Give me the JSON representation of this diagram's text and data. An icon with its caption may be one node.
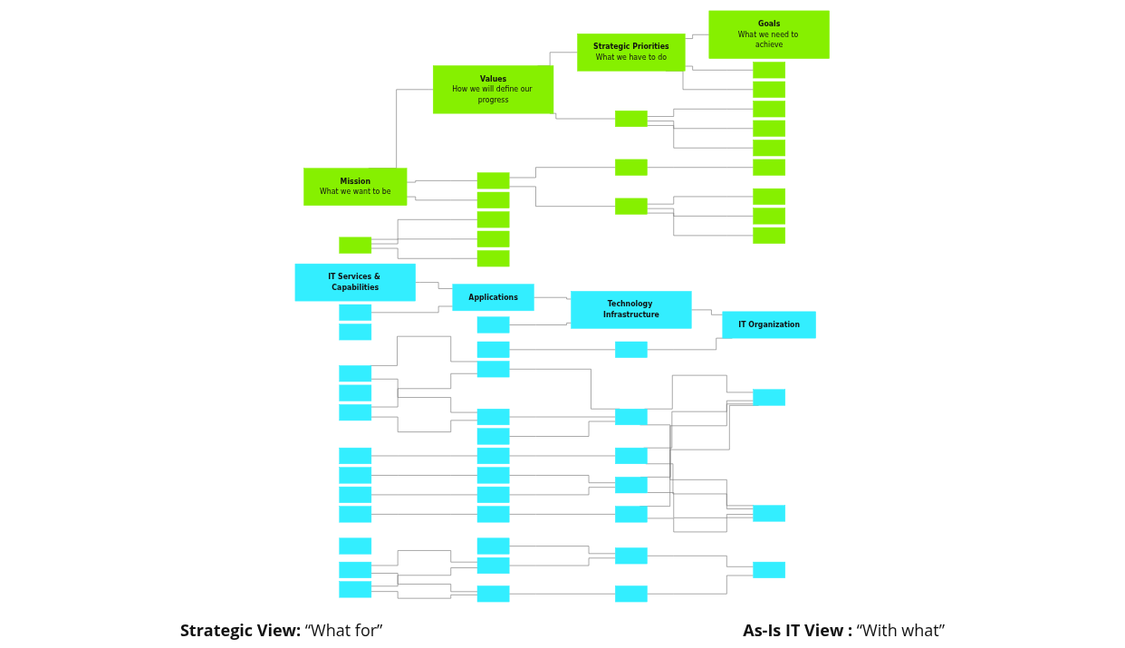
{
  "diagram": {
    "nodes": [
      {
        "text": [
          "Mission",
          "What we want to be"
        ]
      },
      {
        "text": [
          "Values",
          "How we will define our progress"
        ]
      },
      {
        "text": [],
        "shape": "box"
      },
      {
        "text": [],
        "shape": "box"
      },
      {
        "text": [
          "Strategic Priorities",
          "What we have to do"
        ]
      },
      {
        "text": [],
        "shape": "box"
      },
      {
        "text": [],
        "shape": "box"
      },
      {
        "text": [],
        "shape": "box"
      },
      {
        "text": [],
        "shape": "box"
      },
      {
        "text": [
          "Goals",
          "What we need to achieve"
        ]
      },
      {
        "text": [],
        "shape": "box"
      },
      {
        "text": [],
        "shape": "box"
      },
      {
        "text": [],
        "shape": "box"
      },
      {
        "text": [],
        "shape": "box"
      },
      {
        "text": [],
        "shape": "box"
      },
      {
        "text": [],
        "shape": "box"
      },
      {
        "text": [],
        "shape": "box"
      },
      {
        "text": [],
        "shape": "box"
      },
      {
        "text": [],
        "shape": "box"
      },
      {
        "text": [],
        "shape": "box"
      },
      {
        "text": [],
        "shape": "box"
      },
      {
        "text": [],
        "shape": "box"
      },
      {
        "text": [
          "IT Services & Capabilities"
        ]
      },
      {
        "text": [],
        "shape": "box"
      },
      {
        "text": [],
        "shape": "box"
      },
      {
        "text": [],
        "shape": "box"
      },
      {
        "text": [],
        "shape": "box"
      },
      {
        "text": [],
        "shape": "box"
      },
      {
        "text": [],
        "shape": "box"
      },
      {
        "text": [],
        "shape": "box"
      },
      {
        "text": [],
        "shape": "box"
      },
      {
        "text": [],
        "shape": "box"
      },
      {
        "text": [],
        "shape": "box"
      },
      {
        "text": [],
        "shape": "box"
      },
      {
        "text": [],
        "shape": "box"
      },
      {
        "text": [
          "Applications"
        ]
      },
      {
        "text": [],
        "shape": "box"
      },
      {
        "text": [],
        "shape": "box"
      },
      {
        "text": [],
        "shape": "box"
      },
      {
        "text": [],
        "shape": "box"
      },
      {
        "text": [],
        "shape": "box"
      },
      {
        "text": [],
        "shape": "box"
      },
      {
        "text": [],
        "shape": "box"
      },
      {
        "text": [],
        "shape": "box"
      },
      {
        "text": [],
        "shape": "box"
      },
      {
        "text": [],
        "shape": "box"
      },
      {
        "text": [],
        "shape": "box"
      },
      {
        "text": [],
        "shape": "box"
      },
      {
        "text": [
          "Technology Infrastructure"
        ]
      },
      {
        "text": [],
        "shape": "box"
      },
      {
        "text": [],
        "shape": "box"
      },
      {
        "text": [],
        "shape": "box"
      },
      {
        "text": [],
        "shape": "box"
      },
      {
        "text": [],
        "shape": "box"
      },
      {
        "text": [],
        "shape": "box"
      },
      {
        "text": [],
        "shape": "box"
      },
      {
        "text": [
          "IT Organization"
        ]
      },
      {
        "text": [],
        "shape": "box"
      },
      {
        "text": [],
        "shape": "box"
      },
      {
        "text": [],
        "shape": "box"
      }
    ],
    "edges": [
      {
        "from": 0,
        "to": 1,
        "arrow": "none"
      },
      {
        "from": 0,
        "to": 2,
        "arrow": "none"
      },
      {
        "from": 0,
        "to": 3,
        "arrow": "none"
      },
      {
        "from": 1,
        "to": 4,
        "arrow": "none"
      },
      {
        "from": 1,
        "to": 5,
        "arrow": "none"
      },
      {
        "from": 2,
        "to": 6,
        "arrow": "none"
      },
      {
        "from": 2,
        "to": 7,
        "arrow": "none"
      },
      {
        "from": 4,
        "to": 9,
        "arrow": "none"
      },
      {
        "from": 4,
        "to": 10,
        "arrow": "none"
      },
      {
        "from": 4,
        "to": 11,
        "arrow": "none"
      },
      {
        "from": 5,
        "to": 12,
        "arrow": "none"
      },
      {
        "from": 5,
        "to": 13,
        "arrow": "none"
      },
      {
        "from": 5,
        "to": 14,
        "arrow": "none"
      },
      {
        "from": 6,
        "to": 15,
        "arrow": "none"
      },
      {
        "from": 7,
        "to": 16,
        "arrow": "none"
      },
      {
        "from": 7,
        "to": 17,
        "arrow": "none"
      },
      {
        "from": 7,
        "to": 18,
        "arrow": "none"
      },
      {
        "from": 8,
        "to": 19,
        "arrow": "none"
      },
      {
        "from": 8,
        "to": 20,
        "arrow": "none"
      },
      {
        "from": 8,
        "to": 21,
        "arrow": "none"
      },
      {
        "from": 22,
        "to": 35,
        "arrow": "none"
      },
      {
        "from": 23,
        "to": 35,
        "arrow": "none"
      },
      {
        "from": 25,
        "to": 38,
        "arrow": "none"
      },
      {
        "from": 25,
        "to": 39,
        "arrow": "none"
      },
      {
        "from": 27,
        "to": 38,
        "arrow": "none"
      },
      {
        "from": 27,
        "to": 39,
        "arrow": "none"
      },
      {
        "from": 28,
        "to": 41,
        "arrow": "none"
      },
      {
        "from": 29,
        "to": 42,
        "arrow": "none"
      },
      {
        "from": 30,
        "to": 43,
        "arrow": "none"
      },
      {
        "from": 31,
        "to": 44,
        "arrow": "none"
      },
      {
        "from": 33,
        "to": 46,
        "arrow": "none"
      },
      {
        "from": 33,
        "to": 47,
        "arrow": "none"
      },
      {
        "from": 34,
        "to": 46,
        "arrow": "none"
      },
      {
        "from": 34,
        "to": 47,
        "arrow": "none"
      },
      {
        "from": 35,
        "to": 48,
        "arrow": "none"
      },
      {
        "from": 36,
        "to": 48,
        "arrow": "none"
      },
      {
        "from": 37,
        "to": 49,
        "arrow": "none"
      },
      {
        "from": 38,
        "to": 50,
        "arrow": "none"
      },
      {
        "from": 39,
        "to": 50,
        "arrow": "none"
      },
      {
        "from": 40,
        "to": 50,
        "arrow": "none"
      },
      {
        "from": 41,
        "to": 51,
        "arrow": "none"
      },
      {
        "from": 42,
        "to": 52,
        "arrow": "none"
      },
      {
        "from": 43,
        "to": 52,
        "arrow": "none"
      },
      {
        "from": 44,
        "to": 53,
        "arrow": "none"
      },
      {
        "from": 45,
        "to": 54,
        "arrow": "none"
      },
      {
        "from": 46,
        "to": 54,
        "arrow": "none"
      },
      {
        "from": 47,
        "to": 55,
        "arrow": "none"
      },
      {
        "from": 48,
        "to": 56,
        "arrow": "none"
      },
      {
        "from": 49,
        "to": 56,
        "arrow": "none"
      },
      {
        "from": 50,
        "to": 57,
        "arrow": "none"
      },
      {
        "from": 50,
        "to": 58,
        "arrow": "none"
      },
      {
        "from": 51,
        "to": 57,
        "arrow": "none"
      },
      {
        "from": 51,
        "to": 58,
        "arrow": "none"
      },
      {
        "from": 52,
        "to": 57,
        "arrow": "none"
      },
      {
        "from": 52,
        "to": 58,
        "arrow": "none"
      },
      {
        "from": 53,
        "to": 57,
        "arrow": "none"
      },
      {
        "from": 53,
        "to": 58,
        "arrow": "none"
      },
      {
        "from": 54,
        "to": 59,
        "arrow": "none"
      },
      {
        "from": 55,
        "to": 59,
        "arrow": "none"
      }
    ],
    "labels": [
      "**Strategic View:** “What for”",
      "**As-Is IT View :** “With what”"
    ]
  }
}
